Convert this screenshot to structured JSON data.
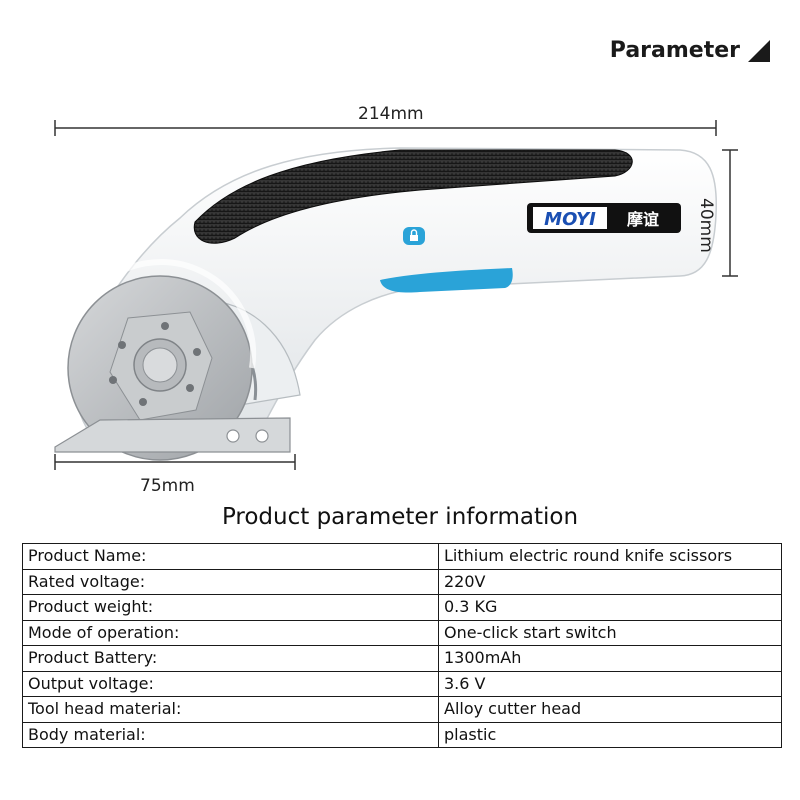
{
  "header": {
    "title": "Parameter"
  },
  "figure": {
    "brand_latin": "MOYI",
    "brand_cjk": "摩谊",
    "dimensions": {
      "width": "214mm",
      "height": "40mm",
      "blade": "75mm"
    },
    "colors": {
      "body": "#f4f6f7",
      "grip": "#1b1b1b",
      "accent": "#2aa3d8",
      "blade": "#b9bcbf"
    }
  },
  "section_title": "Product parameter information",
  "params": [
    {
      "key": "Product Name:",
      "value": "Lithium electric round knife scissors"
    },
    {
      "key": "Rated voltage:",
      "value": "220V"
    },
    {
      "key": "Product weight:",
      "value": "0.3 KG"
    },
    {
      "key": "Mode of operation:",
      "value": "One-click start switch"
    },
    {
      "key": "Product Battery:",
      "value": "1300mAh"
    },
    {
      "key": "Output voltage:",
      "value": "3.6 V"
    },
    {
      "key": "Tool head material:",
      "value": "Alloy cutter head"
    },
    {
      "key": "Body material:",
      "value": "plastic"
    }
  ]
}
